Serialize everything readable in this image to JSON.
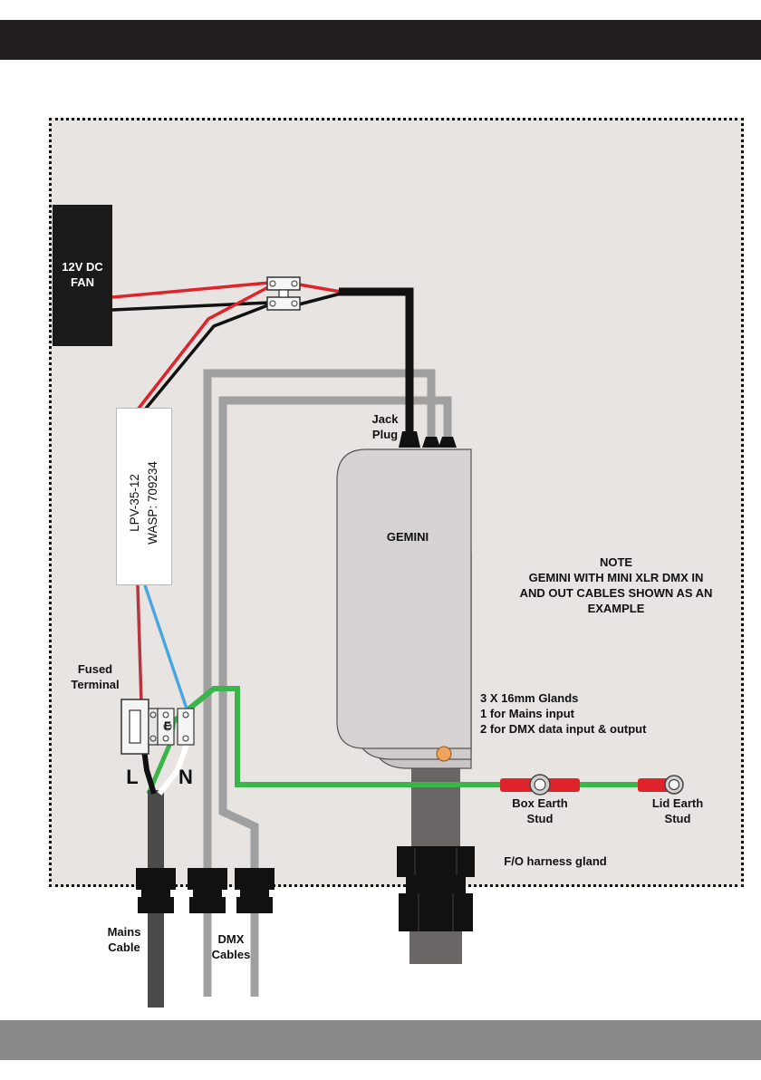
{
  "labels": {
    "fan": "12V DC\nFAN",
    "psu": "LPV-35-12\nWASP: 709234",
    "jack_plug": "Jack\nPlug",
    "gemini": "GEMINI",
    "note": "NOTE\nGEMINI WITH MINI XLR DMX IN\nAND OUT CABLES SHOWN AS AN\nEXAMPLE",
    "fused_terminal": "Fused\nTerminal",
    "terminal_l": "L",
    "terminal_e": "E",
    "terminal_n": "N",
    "glands": "3 X 16mm Glands\n1 for Mains input\n2 for DMX data input & output",
    "box_earth": "Box Earth\nStud",
    "lid_earth": "Lid Earth\nStud",
    "fo_gland": "F/O harness gland",
    "mains_cable": "Mains\nCable",
    "dmx_cables": "DMX\nCables"
  },
  "colors": {
    "live_wire": "#e0232a",
    "neutral_wire": "#4aa6e0",
    "earth_wire": "#3ab54a",
    "black_wire": "#111111",
    "dmx_cable": "#a0a0a0",
    "enclosure_bg": "#e8e4e1",
    "device_body": "#d6d3d2"
  }
}
